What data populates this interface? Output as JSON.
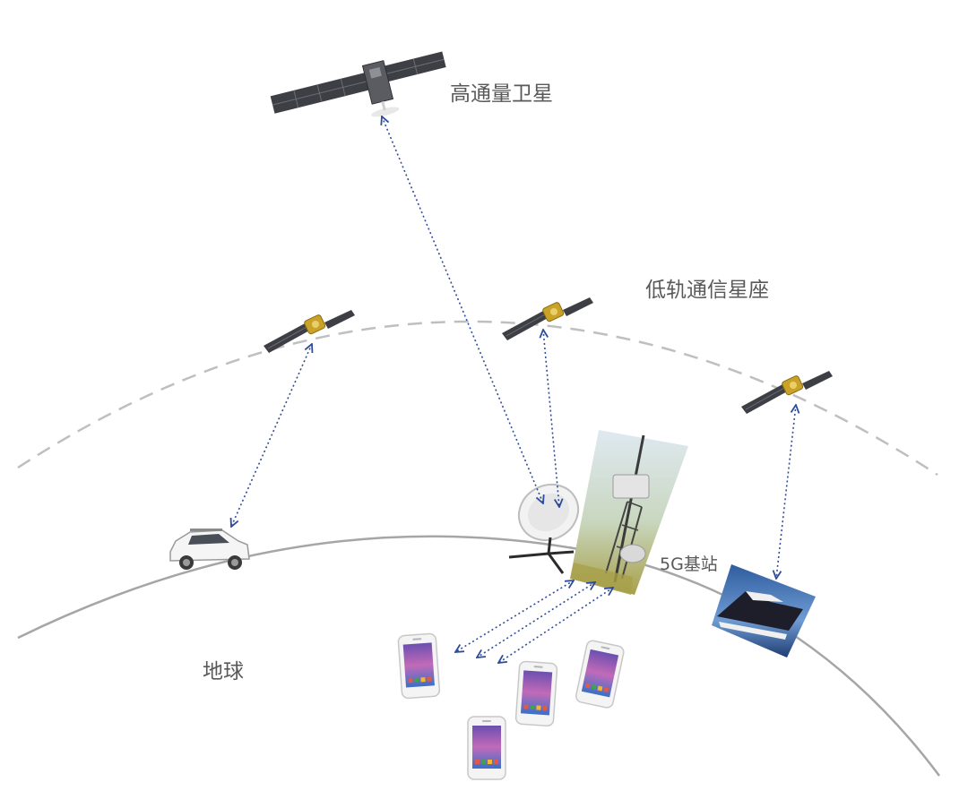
{
  "labels": {
    "hts": "高通量卫星",
    "leo": "低轨通信星座",
    "base_station": "5G基站",
    "earth": "地球"
  },
  "colors": {
    "link": "#2e4c9b",
    "earth_arc": "#a6a6a6",
    "orbit_arc": "#bfbfbf",
    "label": "#595959",
    "solar_panel": "#3d3f45",
    "leo_body": "#c9a227"
  },
  "icons": {
    "geo_satellite": "satellite-icon",
    "leo_satellite": "satellite-icon",
    "car": "suv-icon",
    "dish": "satellite-dish-icon",
    "tower": "cell-tower-icon",
    "ship": "cruise-ship-icon",
    "phone": "smartphone-icon"
  }
}
